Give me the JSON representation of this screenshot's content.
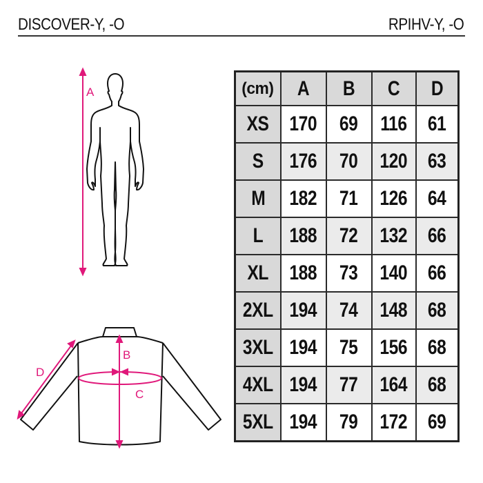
{
  "header": {
    "left_title": "DISCOVER-Y, -O",
    "right_title": "RPIHV-Y, -O"
  },
  "figures": {
    "body_label_a": "A",
    "jacket_label_b": "B",
    "jacket_label_c": "C",
    "jacket_label_d": "D",
    "accent_color": "#e0187a"
  },
  "table": {
    "unit_header": "(cm)",
    "columns": [
      "A",
      "B",
      "C",
      "D"
    ],
    "rows": [
      {
        "size": "XS",
        "values": [
          "170",
          "69",
          "116",
          "61"
        ]
      },
      {
        "size": "S",
        "values": [
          "176",
          "70",
          "120",
          "63"
        ]
      },
      {
        "size": "M",
        "values": [
          "182",
          "71",
          "126",
          "64"
        ]
      },
      {
        "size": "L",
        "values": [
          "188",
          "72",
          "132",
          "66"
        ]
      },
      {
        "size": "XL",
        "values": [
          "188",
          "73",
          "140",
          "66"
        ]
      },
      {
        "size": "2XL",
        "values": [
          "194",
          "74",
          "148",
          "68"
        ]
      },
      {
        "size": "3XL",
        "values": [
          "194",
          "75",
          "156",
          "68"
        ]
      },
      {
        "size": "4XL",
        "values": [
          "194",
          "77",
          "164",
          "68"
        ]
      },
      {
        "size": "5XL",
        "values": [
          "194",
          "79",
          "172",
          "69"
        ]
      }
    ]
  }
}
